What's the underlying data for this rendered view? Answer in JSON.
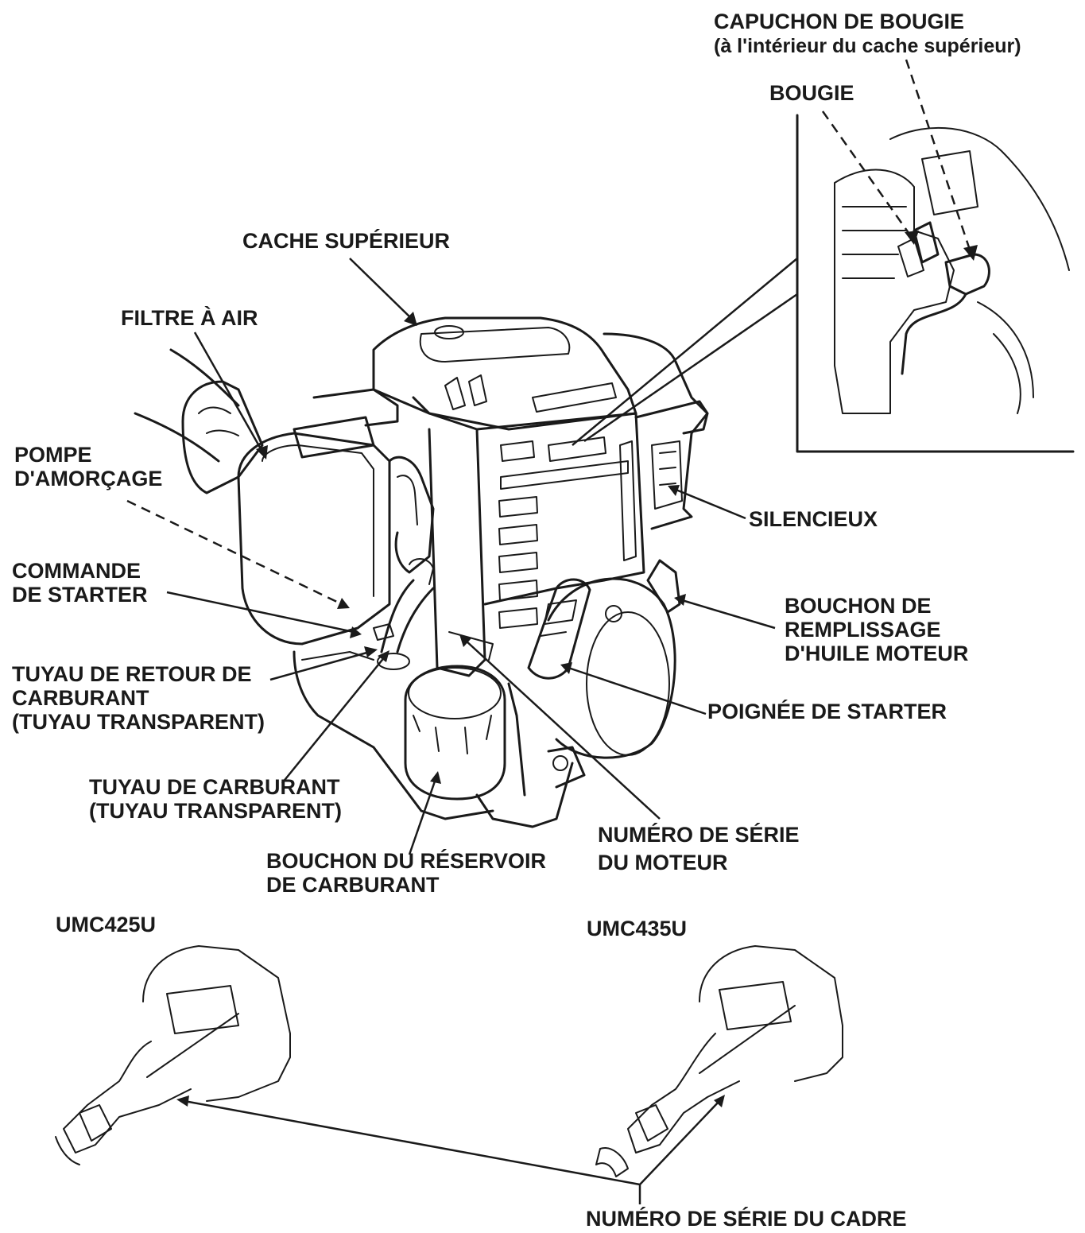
{
  "labels": {
    "capuchon_de_bougie": "CAPUCHON DE BOUGIE",
    "capuchon_note": "(à l'intérieur du cache supérieur)",
    "bougie": "BOUGIE",
    "cache_superieur": "CACHE SUPÉRIEUR",
    "filtre_a_air": "FILTRE À AIR",
    "pompe_amorcage_1": "POMPE",
    "pompe_amorcage_2": "D'AMORÇAGE",
    "commande_starter_1": "COMMANDE",
    "commande_starter_2": "DE STARTER",
    "tuyau_retour_1": "TUYAU DE RETOUR DE",
    "tuyau_retour_2": "CARBURANT",
    "tuyau_retour_3": "(TUYAU TRANSPARENT)",
    "tuyau_carburant_1": "TUYAU DE CARBURANT",
    "tuyau_carburant_2": "(TUYAU TRANSPARENT)",
    "bouchon_reservoir_1": "BOUCHON DU RÉSERVOIR",
    "bouchon_reservoir_2": "DE CARBURANT",
    "numero_serie_moteur_1": "NUMÉRO DE SÉRIE",
    "numero_serie_moteur_2": "DU MOTEUR",
    "poignee_starter": "POIGNÉE DE STARTER",
    "bouchon_huile_1": "BOUCHON DE",
    "bouchon_huile_2": "REMPLISSAGE",
    "bouchon_huile_3": "D'HUILE MOTEUR",
    "silencieux": "SILENCIEUX",
    "model_left": "UMC425U",
    "model_right": "UMC435U",
    "numero_serie_cadre": "NUMÉRO DE SÉRIE DU CADRE"
  },
  "colors": {
    "ink": "#1a1a1a",
    "background": "#ffffff"
  }
}
